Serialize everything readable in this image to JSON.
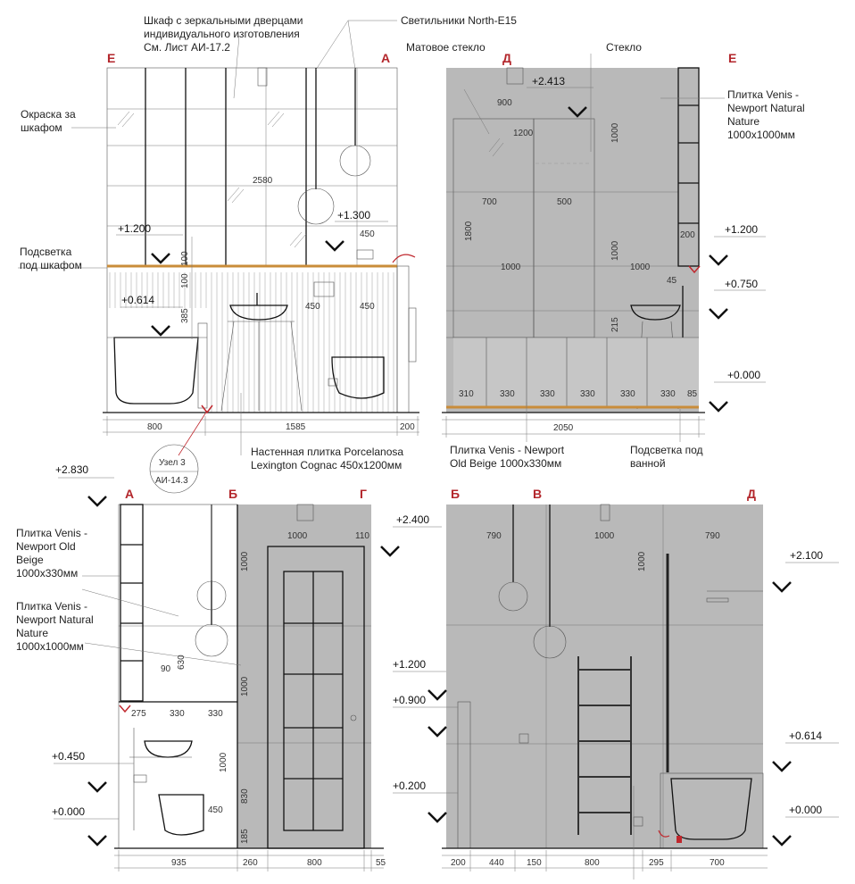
{
  "top_left": {
    "callouts": {
      "cabinet": "Шкаф с зеркальными дверцами\nиндивидуального изготовления\nСм. Лист АИ-17.2",
      "lights": "Светильники North-E15",
      "paint": "Окраска за\nшкафом",
      "backlight": "Подсветка\nпод шкафом",
      "wall_tile": "Настенная плитка Porcelanosa\nLexington Cognac 450x1200мм"
    },
    "axes": [
      "Е",
      "А"
    ],
    "levels": [
      "+1.200",
      "+1.300",
      "+0.614"
    ],
    "dims": [
      "2580",
      "450",
      "100",
      "100",
      "385",
      "450",
      "450",
      "800",
      "1585",
      "200"
    ],
    "node": {
      "title": "Узел 3",
      "sheet": "АИ-14.3"
    }
  },
  "top_right": {
    "callouts": {
      "matte": "Матовое стекло",
      "glass": "Стекло",
      "tile_natural": "Плитка Venis -\nNewport Natural\nNature\n1000x1000мм",
      "tile_beige": "Плитка Venis -  Newport\nOld Beige 1000x330мм",
      "backlight": "Подсветка под\nванной"
    },
    "axes": [
      "Д",
      "Е"
    ],
    "levels": [
      "+2.413",
      "+1.200",
      "+0.750",
      "+0.000"
    ],
    "dims": [
      "900",
      "1200",
      "1000",
      "700",
      "500",
      "1800",
      "1000",
      "1000",
      "1000",
      "200",
      "45",
      "215",
      "310",
      "330",
      "330",
      "330",
      "330",
      "330",
      "85",
      "2050"
    ]
  },
  "bottom_left": {
    "callouts": {
      "tile_beige": "Плитка Venis -\nNewport Old\nBeige\n1000x330мм",
      "tile_natural": "Плитка Venis -\nNewport Natural\nNature\n1000x1000мм"
    },
    "axes": [
      "А",
      "Б",
      "Г"
    ],
    "levels": [
      "+2.830",
      "+2.400",
      "+0.450",
      "+0.000"
    ],
    "dims": [
      "1000",
      "110",
      "1000",
      "1000",
      "630",
      "90",
      "275",
      "330",
      "330",
      "1000",
      "830",
      "450",
      "185",
      "935",
      "260",
      "800",
      "55"
    ]
  },
  "bottom_right": {
    "axes": [
      "Б",
      "В",
      "Д"
    ],
    "levels": [
      "+2.100",
      "+1.200",
      "+0.900",
      "+0.614",
      "+0.200",
      "+0.000"
    ],
    "dims": [
      "790",
      "1000",
      "790",
      "1000",
      "200",
      "440",
      "150",
      "800",
      "295",
      "700"
    ]
  }
}
